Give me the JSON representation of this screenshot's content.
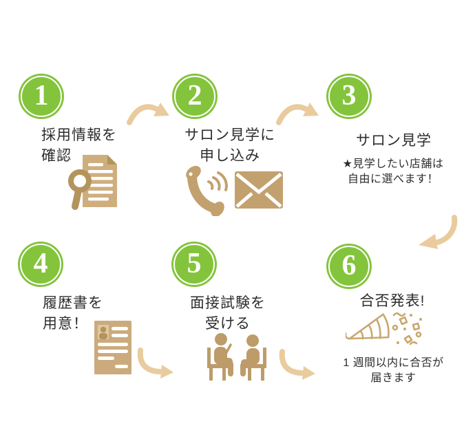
{
  "diagram": {
    "name": "採用フロー (recruitment application flow)",
    "colors": {
      "circle_green": "#84c43c",
      "arrow_tan": "#e9cb9e",
      "icon_tan": "#c2a16f",
      "icon_dark_tan": "#b3945c",
      "icon_light_tan": "#e0c89e",
      "text": "#2d2d2d"
    },
    "steps": [
      {
        "number": "1",
        "title_lines": [
          "採用情報を",
          "確認"
        ],
        "icons": [
          "document-search"
        ]
      },
      {
        "number": "2",
        "title_lines": [
          "サロン見学に",
          "申し込み"
        ],
        "icons": [
          "phone",
          "envelope"
        ]
      },
      {
        "number": "3",
        "title_lines": [
          "サロン見学"
        ],
        "note_lines": [
          "★見学したい店舗は",
          "自由に選べます！"
        ],
        "icons": []
      },
      {
        "number": "4",
        "title_lines": [
          "履歴書を",
          "用意！"
        ],
        "icons": [
          "resume"
        ]
      },
      {
        "number": "5",
        "title_lines": [
          "面接試験を",
          "受ける"
        ],
        "icons": [
          "interview"
        ]
      },
      {
        "number": "6",
        "title_lines": [
          "合否発表!"
        ],
        "note_lines": [
          "1 週間以内に合否が",
          "届きます"
        ],
        "icons": [
          "party-popper"
        ]
      }
    ]
  }
}
